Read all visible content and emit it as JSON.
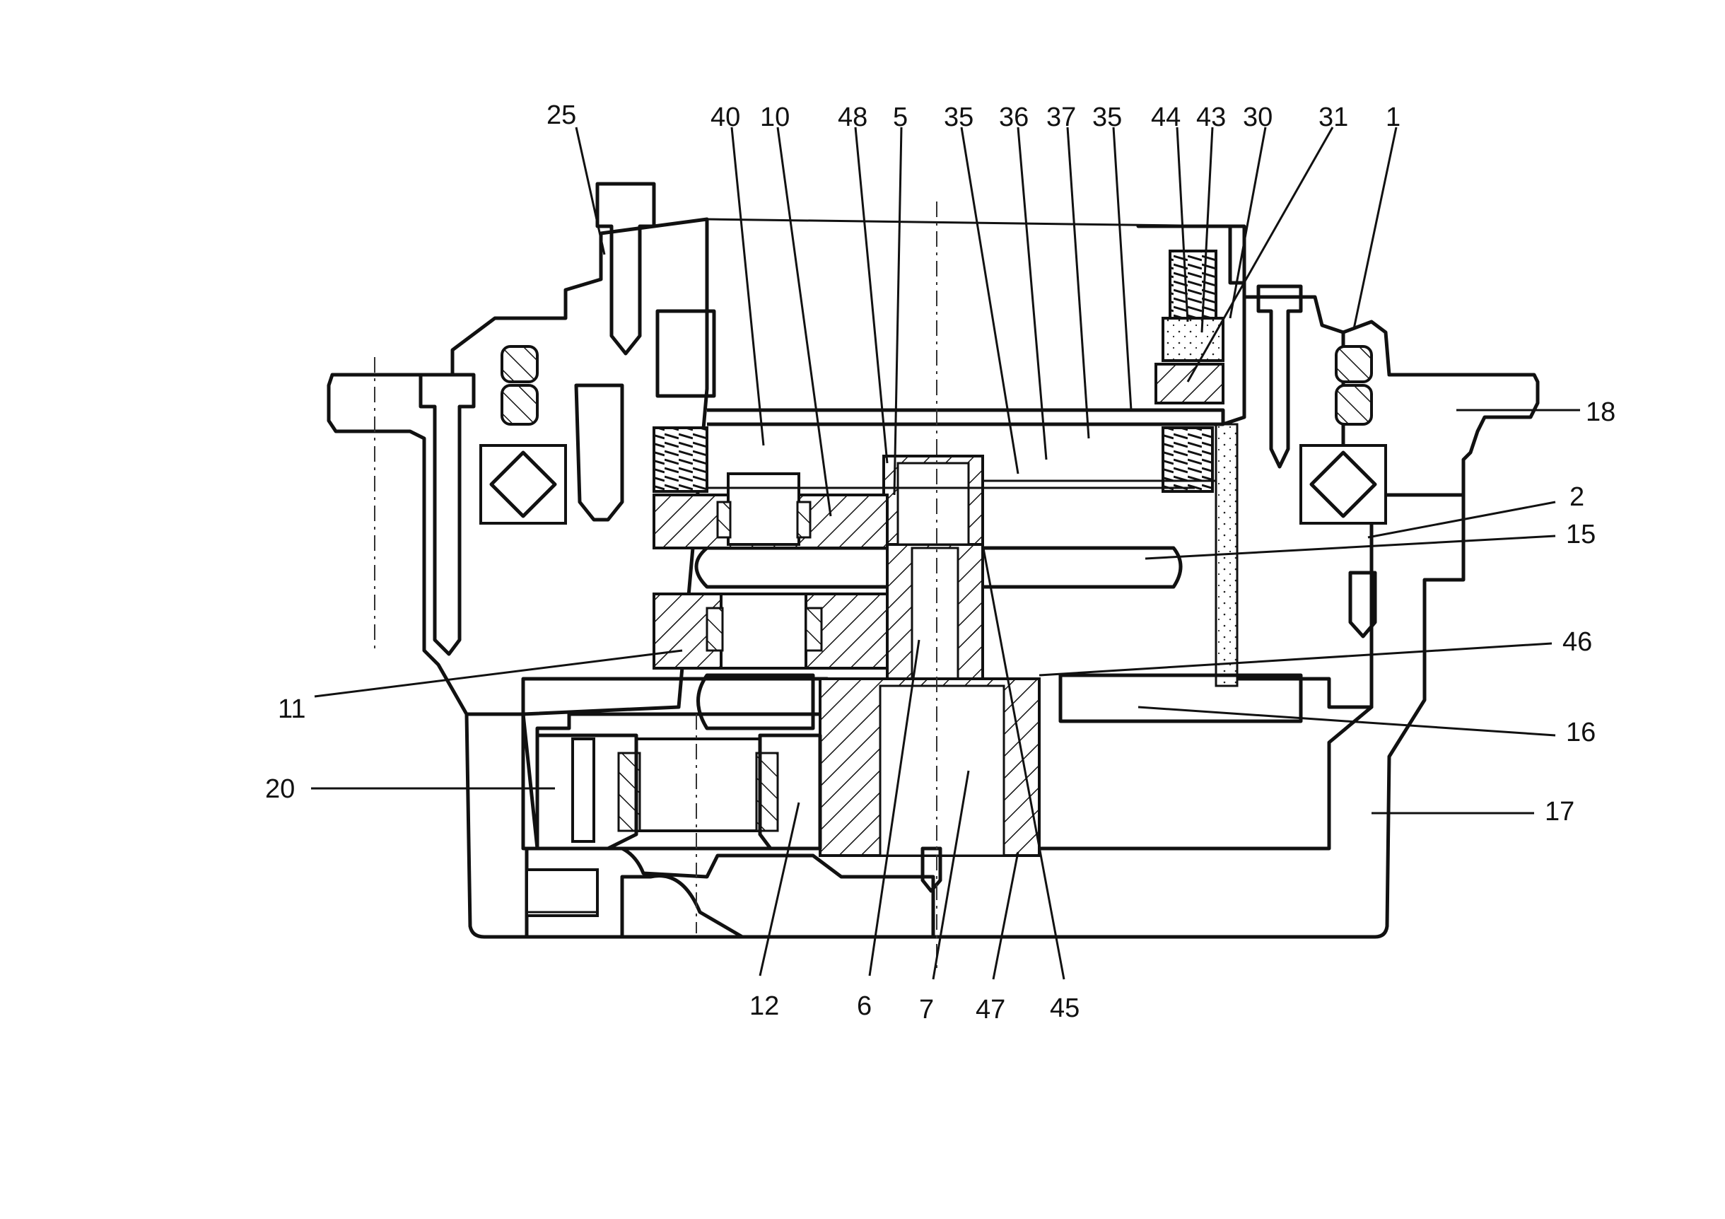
{
  "labels": {
    "l25": "25",
    "l40": "40",
    "l10": "10",
    "l48": "48",
    "l5": "5",
    "l35a": "35",
    "l36": "36",
    "l37": "37",
    "l35b": "35",
    "l44": "44",
    "l43": "43",
    "l30": "30",
    "l31": "31",
    "l1": "1",
    "l18": "18",
    "l2": "2",
    "l15": "15",
    "l46": "46",
    "l11": "11",
    "l16": "16",
    "l20": "20",
    "l17": "17",
    "l12": "12",
    "l6": "6",
    "l7": "7",
    "l47": "47",
    "l45": "45"
  },
  "colors": {
    "ink": "#111111",
    "paper": "#ffffff"
  }
}
